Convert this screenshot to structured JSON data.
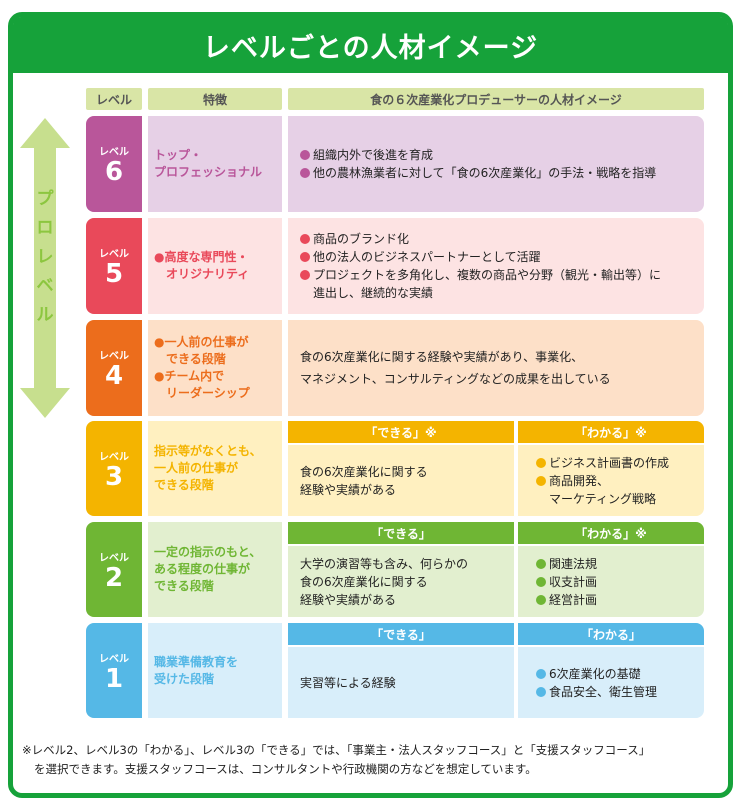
{
  "title": "レベルごとの人材イメージ",
  "headers": {
    "level": "レベル",
    "trait": "特徴",
    "image": "食の６次産業化プロデューサーの人材イメージ"
  },
  "arrow_label": [
    "プ",
    "ロ",
    "レ",
    "ベ",
    "ル"
  ],
  "level_word": "レベル",
  "levels": {
    "l6": {
      "num": "6",
      "trait": [
        "トップ・",
        "プロフェッショナル"
      ],
      "items": [
        "組織内外で後進を育成",
        "他の農林漁業者に対して「食の6次産業化」の手法・戦略を指導"
      ]
    },
    "l5": {
      "num": "5",
      "trait": [
        "●高度な専門性・",
        "　オリジナリティ"
      ],
      "items": [
        "商品のブランド化",
        "他の法人のビジネスパートナーとして活躍",
        "プロジェクトを多角化し、複数の商品や分野（観光・輸出等）に",
        "進出し、継続的な実績"
      ]
    },
    "l4": {
      "num": "4",
      "trait": [
        "●一人前の仕事が",
        "　できる段階",
        "●チーム内で",
        "　リーダーシップ"
      ],
      "text": [
        "食の6次産業化に関する経験や実績があり、事業化、",
        "マネジメント、コンサルティングなどの成果を出している"
      ]
    },
    "l3": {
      "num": "3",
      "trait": [
        "指示等がなくとも、",
        "一人前の仕事が",
        "できる段階"
      ],
      "can_header": "「できる」※",
      "know_header": "「わかる」※",
      "can": [
        "食の6次産業化に関する",
        "経験や実績がある"
      ],
      "know": [
        "ビジネス計画書の作成",
        "商品開発、",
        "マーケティング戦略"
      ]
    },
    "l2": {
      "num": "2",
      "trait": [
        "一定の指示のもと、",
        "ある程度の仕事が",
        "できる段階"
      ],
      "can_header": "「できる」",
      "know_header": "「わかる」※",
      "can": [
        "大学の演習等も含み、何らかの",
        "食の6次産業化に関する",
        "経験や実績がある"
      ],
      "know": [
        "関連法規",
        "収支計画",
        "経営計画"
      ]
    },
    "l1": {
      "num": "1",
      "trait": [
        "職業準備教育を",
        "受けた段階"
      ],
      "can_header": "「できる」",
      "know_header": "「わかる」",
      "can": [
        "実習等による経験"
      ],
      "know": [
        "6次産業化の基礎",
        "食品安全、衛生管理"
      ]
    }
  },
  "footnote": [
    "※レベル2、レベル3の「わかる」、レベル3の「できる」では、「事業主・法人スタッフコース」と「支援スタッフコース」",
    "を選択できます。支援スタッフコースは、コンサルタントや行政機関の方などを想定しています。"
  ],
  "colors": {
    "green": "#16a23a",
    "l6": "#b9569a",
    "l5": "#e9495a",
    "l4": "#ec6d1c",
    "l3": "#f4b400",
    "l2": "#6fb634",
    "l1": "#55b8e6"
  }
}
